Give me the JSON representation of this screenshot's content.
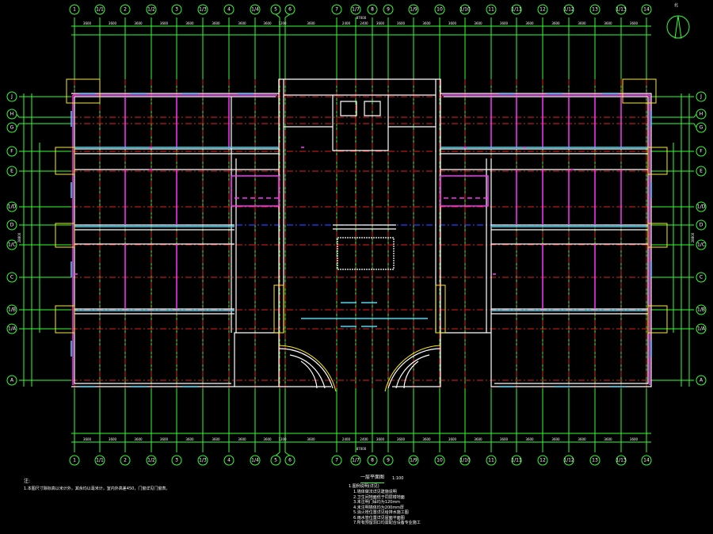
{
  "drawing": {
    "title": "一层平面图",
    "scale": "1:100",
    "colors": {
      "background": "#000000",
      "grid": "#33ff33",
      "axis": "#e02020",
      "wall": "#ffffff",
      "partition": "#ff33ff",
      "window": "#33e0ff",
      "column": "#ffee00"
    }
  },
  "columns": [
    "1",
    "1/1",
    "2",
    "1/2",
    "3",
    "1/3",
    "4",
    "1/4",
    "5",
    "6",
    "7",
    "1/7",
    "8",
    "9",
    "1/9",
    "10",
    "1/10",
    "11",
    "1/11",
    "12",
    "1/12",
    "13",
    "1/13",
    "14"
  ],
  "rows": [
    "J",
    "H",
    "G",
    "F",
    "E",
    "1/D",
    "D",
    "1/C",
    "C",
    "1/B",
    "1/A",
    "A"
  ],
  "dimensions": {
    "overall_width": "87000",
    "overall_depth": "28800",
    "bay_top": [
      "3600",
      "3600",
      "3600",
      "3600",
      "3600",
      "3600",
      "3600",
      "3600",
      "1200",
      "3600",
      "2400",
      "2400",
      "3600",
      "3600",
      "3600",
      "3600",
      "3600",
      "3600",
      "3600",
      "3600",
      "3600",
      "3600",
      "3600"
    ]
  },
  "notes": {
    "heading": "注:",
    "line1": "1.本图尺寸除标高以米计外，其余均以毫米计，室内外高差450，门窗详见门窗表。",
    "legend_heading": "1.图例说明(详见)",
    "legend": [
      "1.墙体做法详见建施说明",
      "2.卫生间地面低于同层楼地面",
      "3.未注明门垛均为120mm",
      "4.未注明墙体均为200mm厚",
      "5.消火栓位置详见给排水施工图",
      "6.雨水管位置详见屋面平面图",
      "7.所有预留洞口均需配合设备专业施工"
    ]
  },
  "north_arrow": "北"
}
